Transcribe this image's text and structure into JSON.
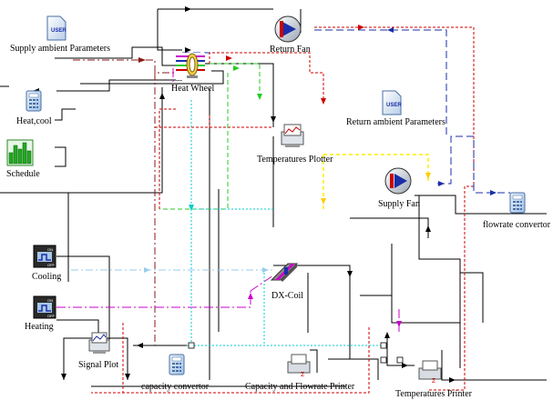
{
  "diagram": {
    "components": {
      "supply_ambient": "Supply ambient Parameters",
      "return_fan": "Return Fan",
      "heat_wheel": "Heat Wheel",
      "heat_cool": "Heat,cool",
      "return_ambient": "Return ambient Parameters",
      "temperatures_plotter": "Temperatures Plotter",
      "schedule": "Schedule",
      "supply_fan": "Supply Fan",
      "flowrate_convertor": "flowrate convertor",
      "cooling": "Cooling",
      "dx_coil": "DX-Coil",
      "heating": "Heating",
      "signal_plot": "Signal Plot",
      "capacity_convertor": "capacity convertor",
      "capacity_flowrate_printer": "Capacity and Flowrate Printer",
      "temperatures_printer": "Temperatures Printer"
    },
    "icon_text": {
      "user": "USER",
      "on": "ON",
      "off": "OFF",
      "sigma": "Σ"
    },
    "colors": {
      "black": "#000000",
      "red": "#cc0000",
      "blue": "#1a2ea8",
      "green": "#22cc22",
      "magenta": "#cc00cc",
      "cyan": "#00cccc",
      "yellow": "#ffee00",
      "lightblue": "#99ccee",
      "brown": "#8b1a1a"
    }
  }
}
